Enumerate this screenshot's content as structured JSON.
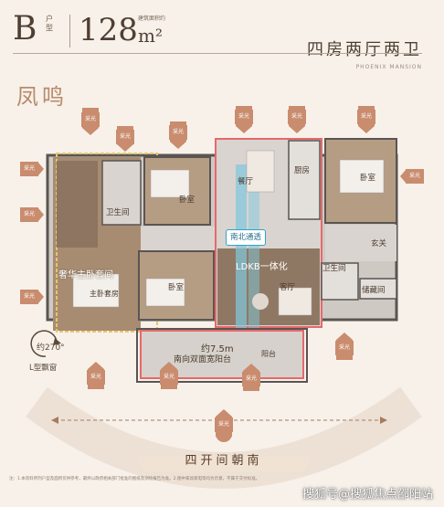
{
  "header": {
    "unit_letter": "B",
    "unit_sub": "户型",
    "area_number": "128",
    "area_unit": "m²",
    "area_note": "建筑面积约",
    "layout_type": "四房两厅两卫",
    "brand_en": "PHOENIX MANSION",
    "project_name": "凤鸣"
  },
  "labels": {
    "directions": [
      "采光",
      "采光",
      "采光",
      "采光",
      "采光",
      "采光",
      "采光",
      "采光",
      "采光",
      "采光",
      "采光",
      "采光",
      "采光",
      "采光",
      "采光"
    ],
    "top_bedroom": "卧室",
    "bathroom_left": "卫生间",
    "dining": "餐厅",
    "kitchen": "厨房",
    "bedroom_right": "卧室",
    "entrance": "玄关",
    "bathroom_right": "卫生间",
    "storage": "储藏间",
    "living_room": "客厅",
    "mid_bedroom": "卧室",
    "master_suite_title": "奢华主卧套间",
    "master_suite": "主卧套房",
    "pill_text": "南北通透",
    "ldkb_text": "LDKB一体化",
    "rotation_value": "约270°",
    "rotation_desc": "L型飘窗",
    "balcony_length": "约7.5m",
    "balcony_desc": "南向双面宽阳台",
    "balcony": "阳台",
    "bottom_banner": "四开间朝南",
    "footnote": "注：1.本资料所列户型及面积仅供参考，最终以政府相关部门批准的图纸及测绘报告为准。2.图中家具家电等均为示意，不属于交付标准。",
    "watermark": "搜狐号@搜狐焦点邵阳站"
  },
  "colors": {
    "accent": "#c98c6e",
    "highlight_red": "#e5696a",
    "highlight_blue": "#2fa3c9",
    "master_yellow": "#e7c46b",
    "floor_wood": "#a78c72",
    "floor_tile": "#d9d4cf",
    "wall": "#5a5552"
  }
}
